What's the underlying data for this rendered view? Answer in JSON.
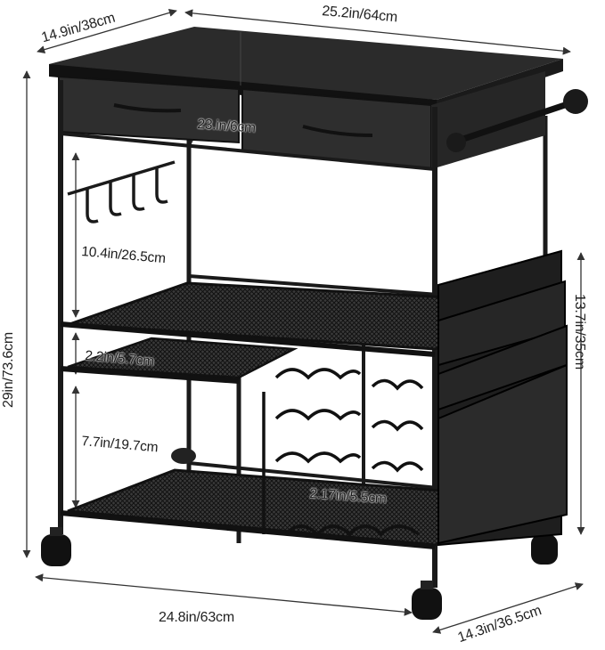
{
  "dimensions": {
    "top_depth": "14.9in/38cm",
    "top_width": "25.2in/64cm",
    "total_height": "29in/73.6cm",
    "drawer_height": "23.in/6cm",
    "upper_shelf_gap": "10.4in/26.5cm",
    "middle_gap": "2.2in/5.7cm",
    "lower_gap": "7.7in/19.7cm",
    "wine_slot": "2.17in/5.5cm",
    "side_height": "13.7in/35cm",
    "bottom_width": "24.8in/63cm",
    "bottom_depth": "14.3in/36.5cm"
  },
  "colors": {
    "frame": "#1a1a1a",
    "panel": "#2a2a2a",
    "arrow": "#333333"
  }
}
